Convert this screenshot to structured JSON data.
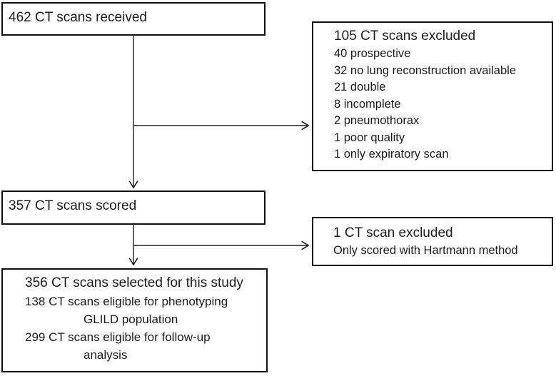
{
  "diagram": {
    "colors": {
      "background": "#ffffff",
      "line": "#222222",
      "border": "#111111",
      "text": "#1c1c1c"
    },
    "boxes": {
      "received": {
        "title": "462 CT scans received"
      },
      "excluded_initial": {
        "title": "105 CT scans excluded",
        "items": [
          "40 prospective",
          "32 no lung reconstruction available",
          "21 double",
          "8 incomplete",
          "2 pneumothorax",
          "1 poor quality",
          "1 only expiratory scan"
        ]
      },
      "scored": {
        "title": "357 CT scans scored"
      },
      "excluded_hartmann": {
        "title": "1 CT scan excluded",
        "items": [
          "Only scored with Hartmann method"
        ]
      },
      "selected": {
        "title": "356 CT scans selected for this study",
        "lines": [
          {
            "text": "138 CT scans eligible for phenotyping",
            "indent": false
          },
          {
            "text": "GLILD population",
            "indent": true
          },
          {
            "text": "299 CT scans eligible for follow-up",
            "indent": false
          },
          {
            "text": "analysis",
            "indent": true
          }
        ]
      }
    }
  }
}
